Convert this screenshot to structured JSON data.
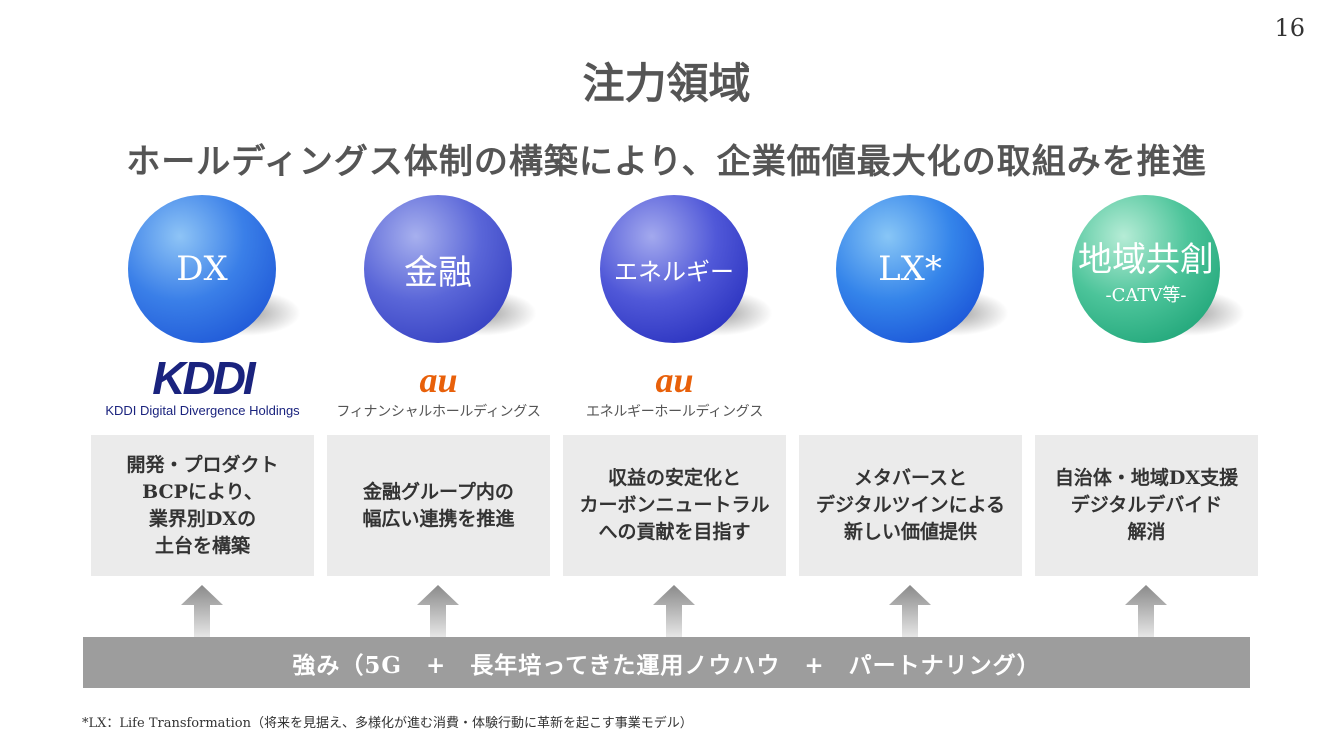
{
  "page_number": "16",
  "title": "注力領域",
  "subtitle": "ホールディングス体制の構築により、企業価値最大化の取組みを推進",
  "areas": [
    {
      "label": "DX",
      "sub": "",
      "logo_mark": "KDDI",
      "logo_text": "KDDI Digital Divergence Holdings",
      "desc": [
        "開発・プロダクト",
        "BCPにより、",
        "業界別DXの",
        "土台を構築"
      ]
    },
    {
      "label": "金融",
      "sub": "",
      "logo_mark": "au",
      "logo_text": "フィナンシャルホールディングス",
      "desc": [
        "金融グループ内の",
        "幅広い連携を推進"
      ]
    },
    {
      "label": "エネルギー",
      "sub": "",
      "logo_mark": "au",
      "logo_text": "エネルギーホールディングス",
      "desc": [
        "収益の安定化と",
        "カーボンニュートラル",
        "への貢献を目指す"
      ]
    },
    {
      "label": "LX*",
      "sub": "",
      "logo_mark": "",
      "logo_text": "",
      "desc": [
        "メタバースと",
        "デジタルツインによる",
        "新しい価値提供"
      ]
    },
    {
      "label": "地域共創",
      "sub": "-CATV等-",
      "logo_mark": "",
      "logo_text": "",
      "desc": [
        "自治体・地域DX支援",
        "デジタルデバイド",
        "解消"
      ]
    }
  ],
  "strength_bar": "強み（5G　+　長年培ってきた運用ノウハウ　+　パートナリング）",
  "footnote": "*LX：Life Transformation（将来を見据え、多様化が進む消費・体験行動に革新を起こす事業モデル）"
}
